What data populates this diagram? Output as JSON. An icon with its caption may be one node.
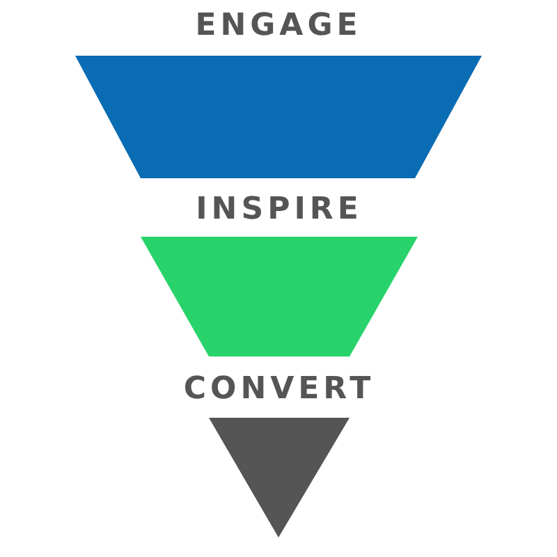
{
  "diagram": {
    "nodes": [
      {
        "text": [
          "ENGAGE"
        ]
      },
      {
        "text": [
          "INSPIRE"
        ]
      },
      {
        "text": [
          "CONVERT"
        ]
      }
    ]
  }
}
